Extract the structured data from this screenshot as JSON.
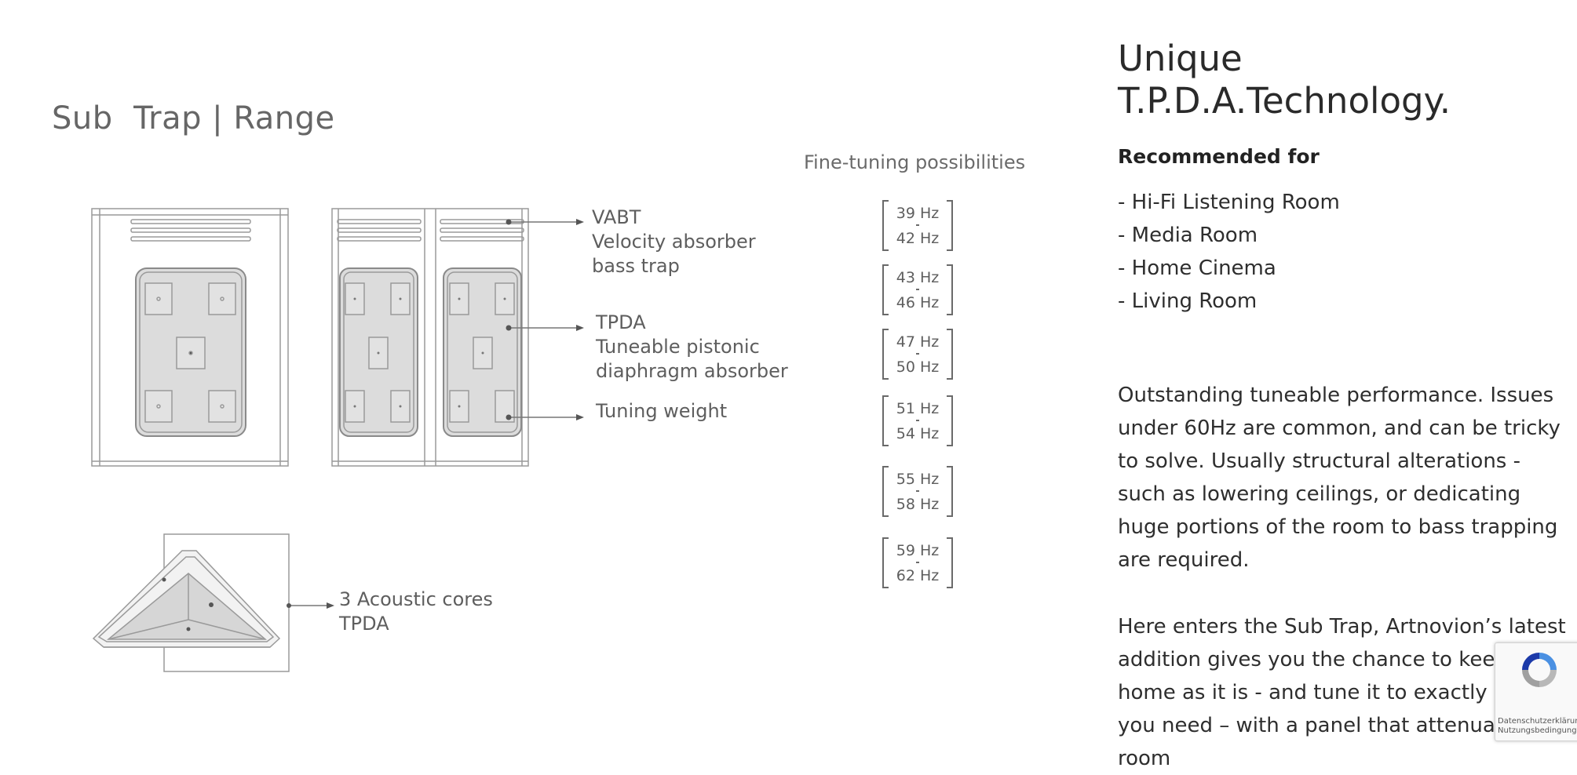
{
  "page_title": "Sub  Trap | Range",
  "diagram": {
    "vabt": [
      "VABT",
      "Velocity absorber",
      "bass trap"
    ],
    "tpda": [
      "TPDA",
      "Tuneable pistonic",
      "diaphragm absorber"
    ],
    "tuning_weight": "Tuning weight",
    "cores": [
      "3 Acoustic cores",
      "TPDA"
    ]
  },
  "fine_tuning": {
    "title": "Fine-tuning possibilities",
    "ranges": [
      {
        "from": "39 Hz",
        "to": "42 Hz"
      },
      {
        "from": "43 Hz",
        "to": "46 Hz"
      },
      {
        "from": "47 Hz",
        "to": "50 Hz"
      },
      {
        "from": "51 Hz",
        "to": "54 Hz"
      },
      {
        "from": "55 Hz",
        "to": "58 Hz"
      },
      {
        "from": "59 Hz",
        "to": "62 Hz"
      }
    ]
  },
  "headline": [
    "Unique",
    "T.P.D.A.Technology."
  ],
  "recommended": {
    "title": "Recommended for",
    "items": [
      "- Hi-Fi Listening Room",
      "- Media Room",
      "- Home Cinema",
      "- Living Room"
    ]
  },
  "paragraphs": [
    "Outstanding tuneable performance. Issues under 60Hz are common, and can be tricky to solve. Usually structural alterations - such as lowering ceilings, or dedicating huge portions of the room to bass trapping are required.",
    "Here enters the Sub Trap, Artnovion’s latest addition gives you the chance to keep your home as it is - and tune it to exactly what you need – with a panel that attenuate room"
  ],
  "recaptcha": {
    "line1": "Datenschutzerklärung",
    "line2": "Nutzungsbedingungen"
  },
  "colors": {
    "line": "#9a9a9a",
    "fill": "#dcdcdc",
    "text": "#5e5e5e",
    "body_text": "#2e2e2e",
    "recaptcha_blue": "#4a90e2"
  }
}
